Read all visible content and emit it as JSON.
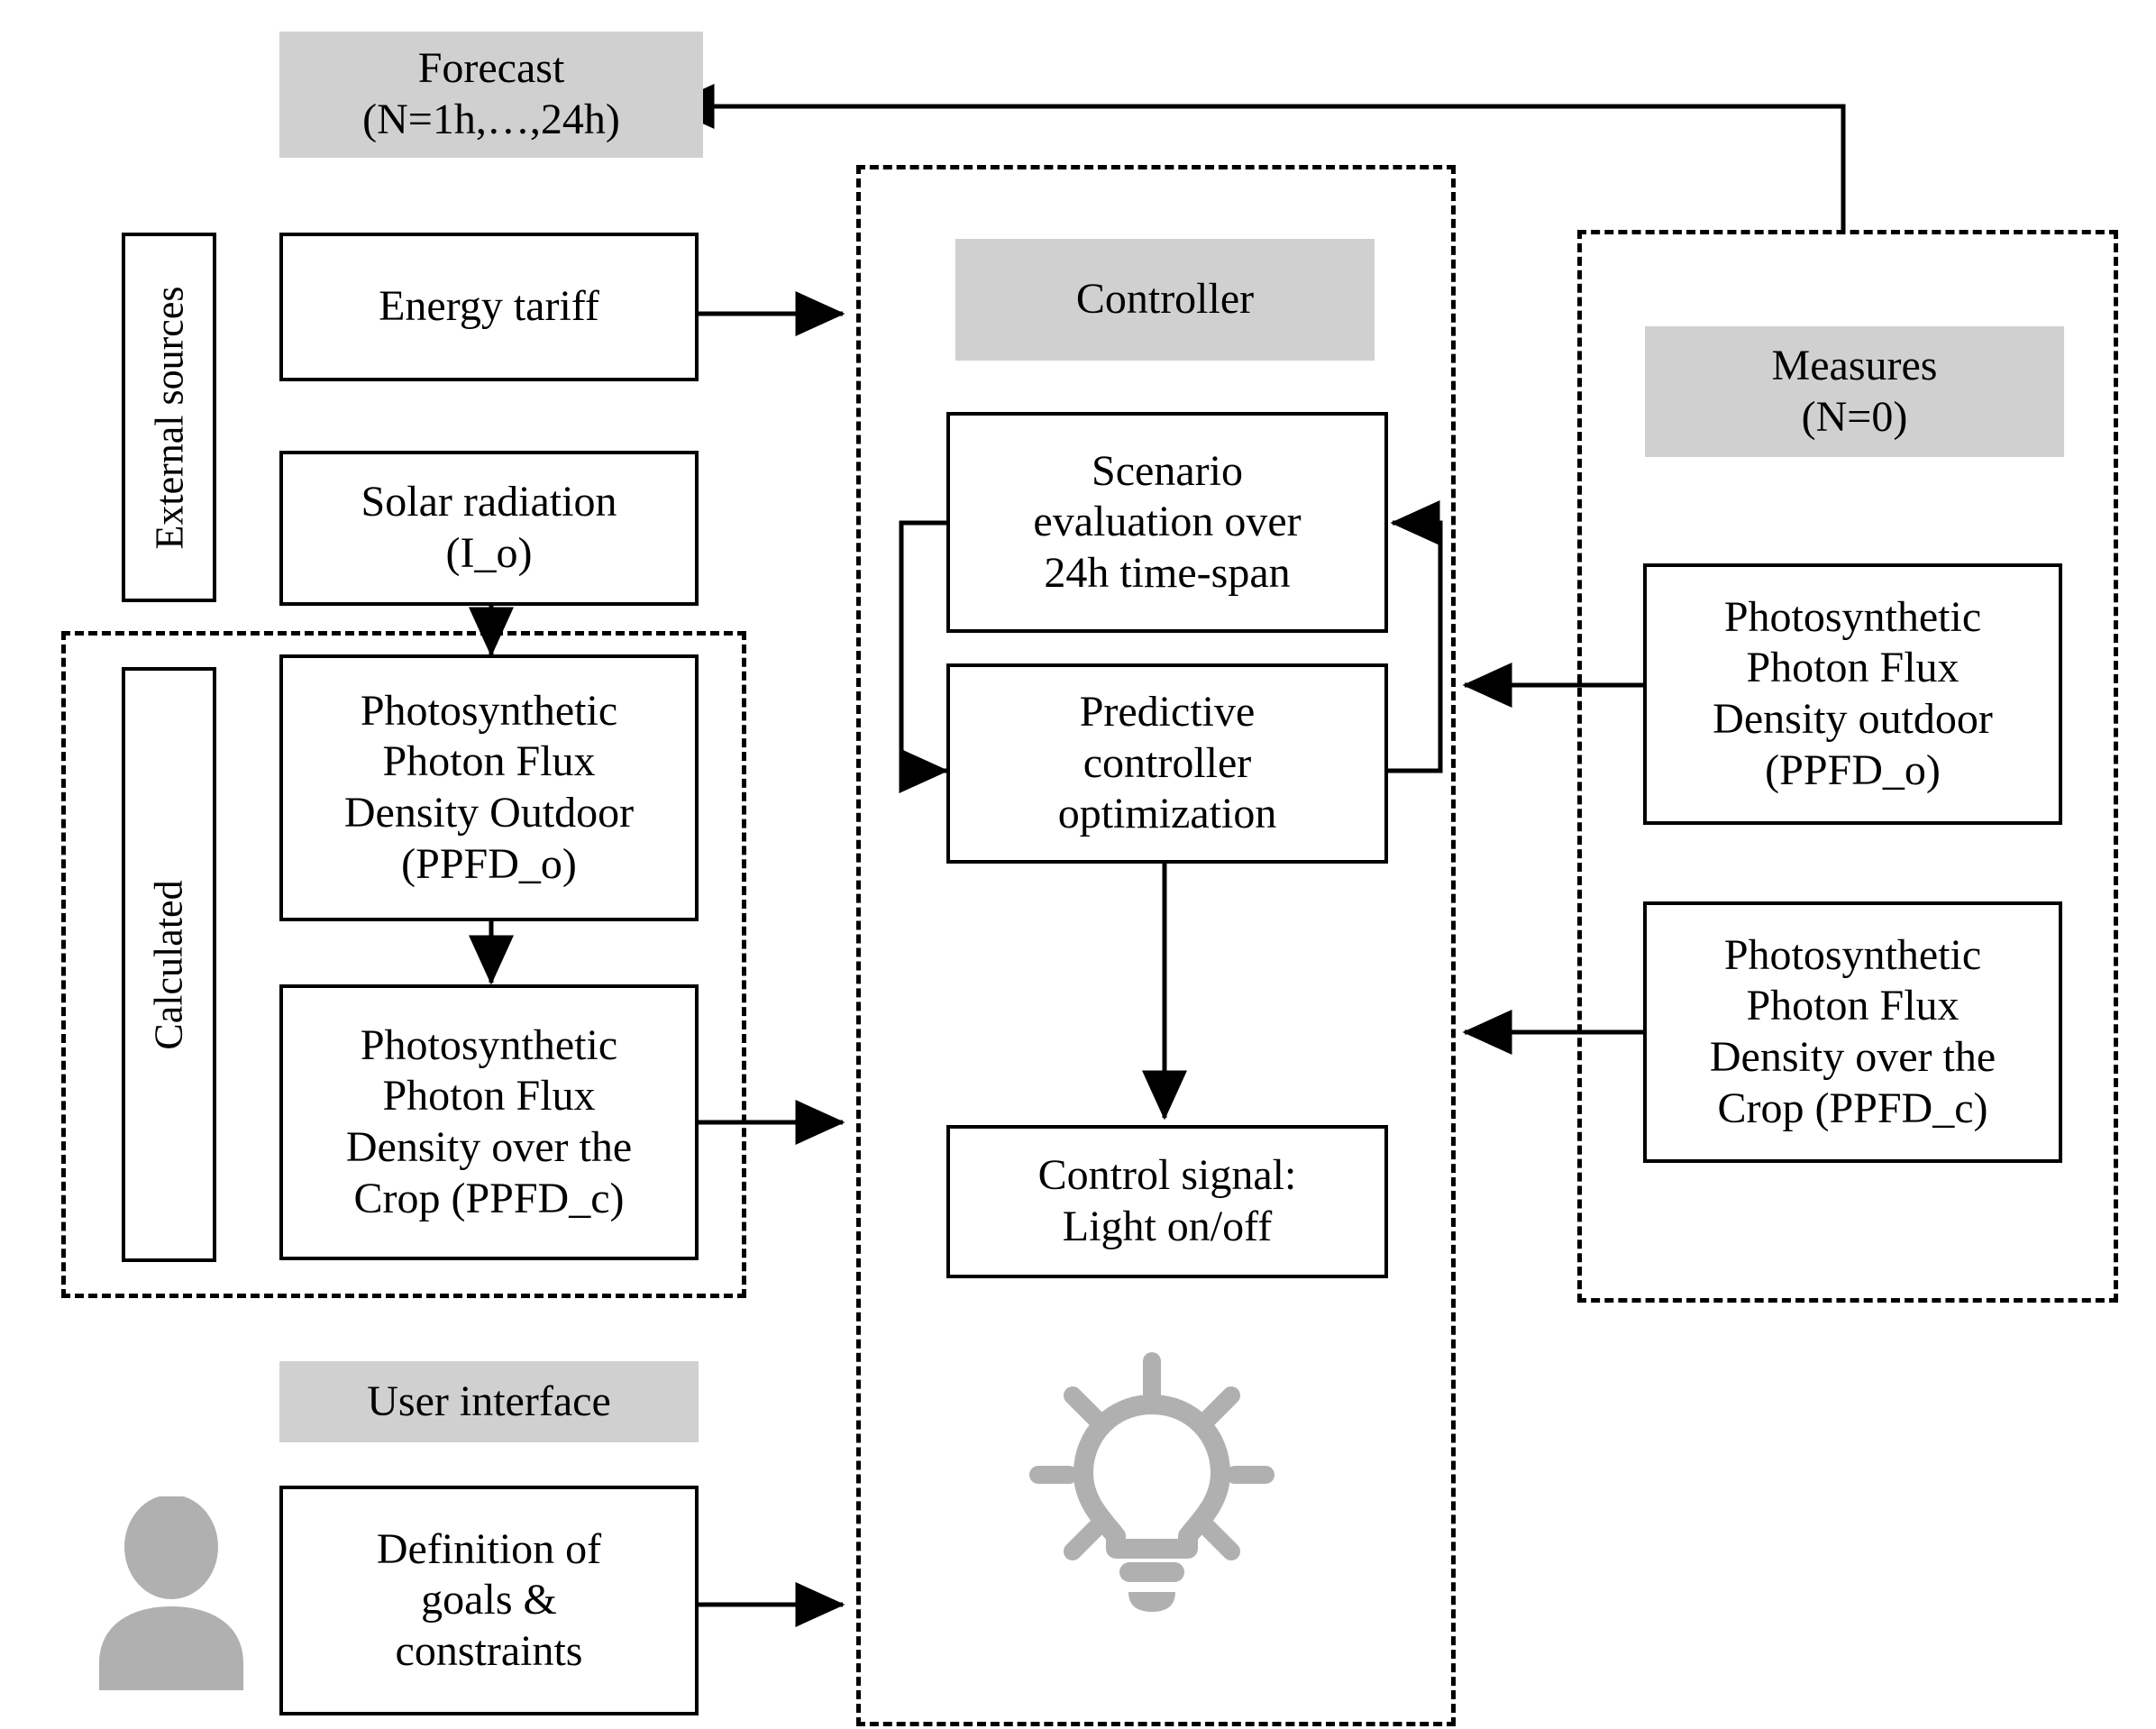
{
  "diagram": {
    "title": "Predictive lighting control system block diagram",
    "colors": {
      "grey_fill": "#d0d0d0",
      "line": "#000000",
      "icon_grey": "#b0b0b0",
      "background": "#ffffff"
    }
  },
  "headers": {
    "forecast": "Forecast\n(N=1h,…,24h)",
    "forecast_line1": "Forecast",
    "forecast_line2": "(N=1h,…,24h)",
    "controller": "Controller",
    "measures_line1": "Measures",
    "measures_line2": "(N=0)",
    "user_interface": "User interface"
  },
  "groups": {
    "external_sources": "External sources",
    "calculated": "Calculated"
  },
  "left_column": {
    "energy_tariff": "Energy tariff",
    "solar_radiation_line1": "Solar radiation",
    "solar_radiation_line2": "(I_o)",
    "ppfd_outdoor_line1": "Photosynthetic",
    "ppfd_outdoor_line2": "Photon Flux",
    "ppfd_outdoor_line3": "Density Outdoor",
    "ppfd_outdoor_line4": "(PPFD_o)",
    "ppfd_crop_line1": "Photosynthetic",
    "ppfd_crop_line2": "Photon Flux",
    "ppfd_crop_line3": "Density over the",
    "ppfd_crop_line4": "Crop (PPFD_c)",
    "goals_line1": "Definition of",
    "goals_line2": "goals &",
    "goals_line3": "constraints"
  },
  "controller": {
    "scenario_line1": "Scenario",
    "scenario_line2": "evaluation over",
    "scenario_line3": "24h time-span",
    "predictive_line1": "Predictive",
    "predictive_line2": "controller",
    "predictive_line3": "optimization",
    "control_signal_line1": "Control signal:",
    "control_signal_line2": "Light on/off"
  },
  "measures": {
    "ppfd_o_line1": "Photosynthetic",
    "ppfd_o_line2": "Photon Flux",
    "ppfd_o_line3": "Density outdoor",
    "ppfd_o_line4": "(PPFD_o)",
    "ppfd_c_line1": "Photosynthetic",
    "ppfd_c_line2": "Photon Flux",
    "ppfd_c_line3": "Density over the",
    "ppfd_c_line4": "Crop (PPFD_c)"
  },
  "icons": {
    "user": "user-avatar-icon",
    "lightbulb": "lightbulb-icon"
  }
}
